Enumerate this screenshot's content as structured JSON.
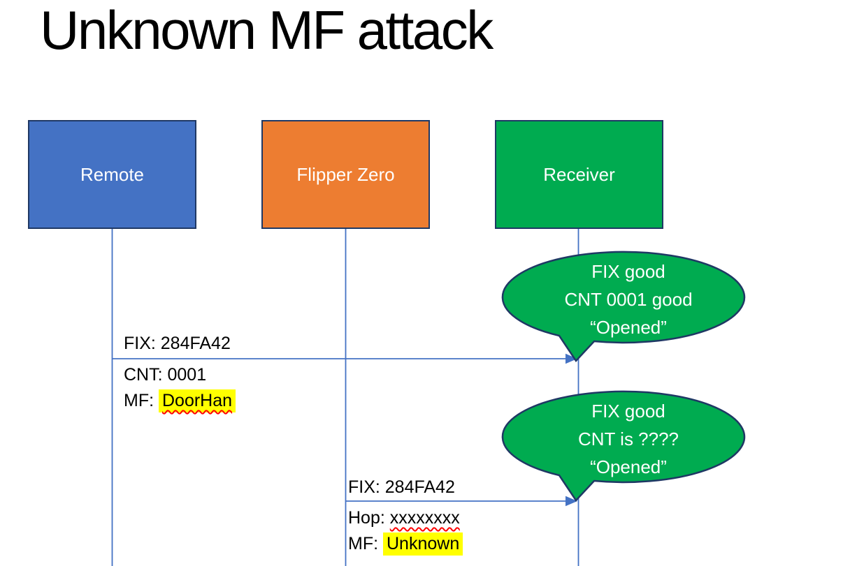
{
  "title": "Unknown MF attack",
  "actors": [
    {
      "id": "remote",
      "label": "Remote",
      "fill": "#4472C4"
    },
    {
      "id": "flipper-zero",
      "label": "Flipper Zero",
      "fill": "#ED7D31"
    },
    {
      "id": "receiver",
      "label": "Receiver",
      "fill": "#00AB50"
    }
  ],
  "messages": [
    {
      "from": "Remote",
      "to": "Receiver",
      "fix_line": "FIX: 284FA42",
      "cnt_line": "CNT: 0001",
      "mf_prefix": "MF: ",
      "mf_value": "DoorHan"
    },
    {
      "from": "Flipper Zero",
      "to": "Receiver",
      "fix_line": "FIX: 284FA42",
      "hop_prefix": "Hop: ",
      "hop_value": "xxxxxxxx",
      "mf_prefix": "MF: ",
      "mf_value": "Unknown"
    }
  ],
  "callouts": [
    {
      "lines": [
        "FIX good",
        "CNT 0001 good",
        "“Opened”"
      ]
    },
    {
      "lines": [
        "FIX good",
        "CNT is ????",
        "“Opened”"
      ]
    }
  ],
  "colors": {
    "actor_border": "#1F3864",
    "lifeline": "#4472C4",
    "arrow": "#4472C4",
    "callout_fill": "#00AB50",
    "callout_border": "#1F3864",
    "highlight": "#FFFF00",
    "spellcheck_underline": "#FF0000"
  }
}
